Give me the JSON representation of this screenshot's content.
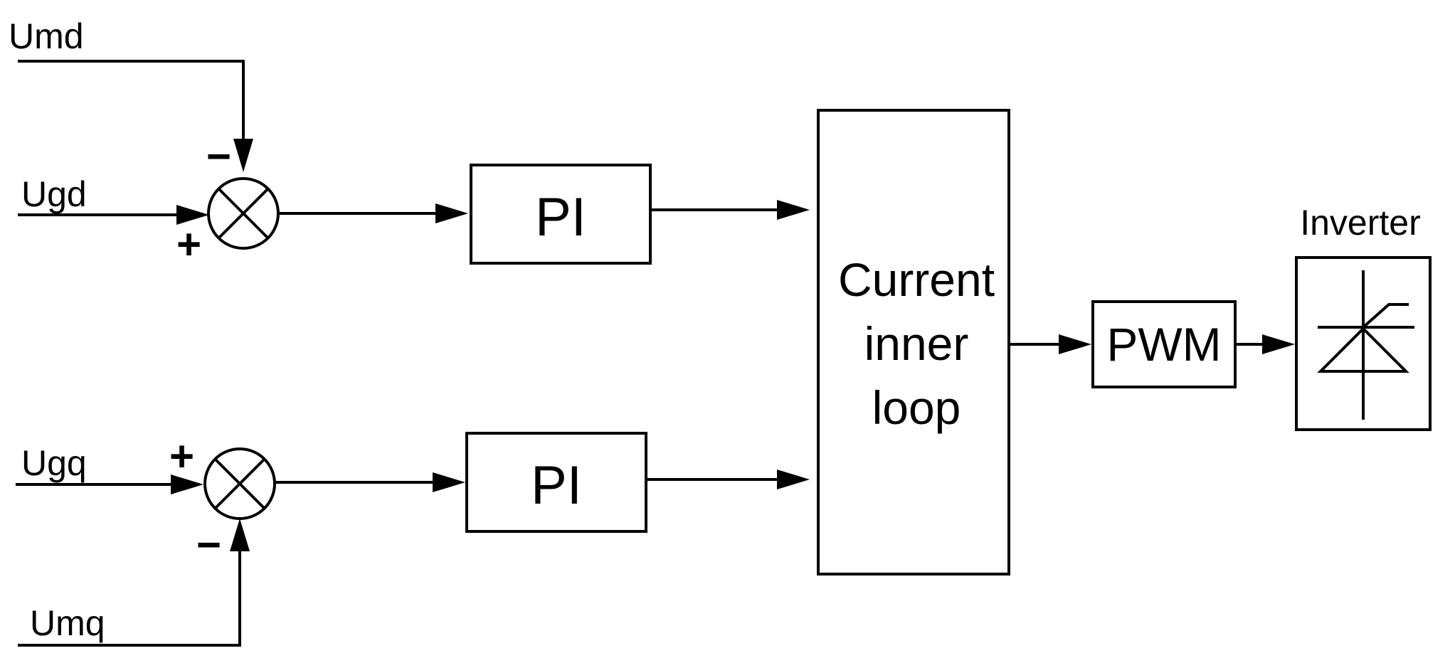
{
  "inputs": {
    "umd": "Umd",
    "ugd": "Ugd",
    "ugq": "Ugq",
    "umq": "Umq"
  },
  "signs": {
    "top_minus": "−",
    "top_plus": "+",
    "bottom_plus": "+",
    "bottom_minus": "−"
  },
  "blocks": {
    "pi_top": "PI",
    "pi_bottom": "PI",
    "current_loop": [
      "Current",
      "inner",
      "loop"
    ],
    "pwm": "PWM",
    "inverter_label": "Inverter"
  }
}
